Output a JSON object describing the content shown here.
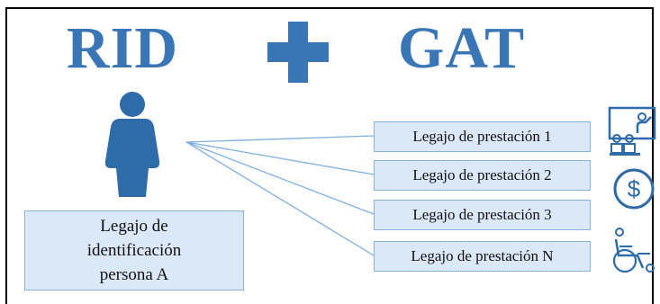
{
  "header": {
    "left_title": "RID",
    "right_title": "GAT",
    "operator_icon": "plus-icon"
  },
  "person": {
    "icon": "person-icon",
    "box_lines": [
      "Legajo de",
      "identificación",
      "persona A"
    ]
  },
  "prestaciones": [
    {
      "label": "Legajo de prestación 1",
      "icon": "presentation-icon"
    },
    {
      "label": "Legajo de prestación 2",
      "icon": "dollar-circle-icon"
    },
    {
      "label": "Legajo de prestación 3"
    },
    {
      "label": "Legajo de prestación N",
      "icon": "wheelchair-icon"
    }
  ],
  "colors": {
    "accent": "#3a76b6",
    "box_fill": "#dae8f7",
    "box_border": "#8ab2dc",
    "connector": "#7faee0"
  }
}
